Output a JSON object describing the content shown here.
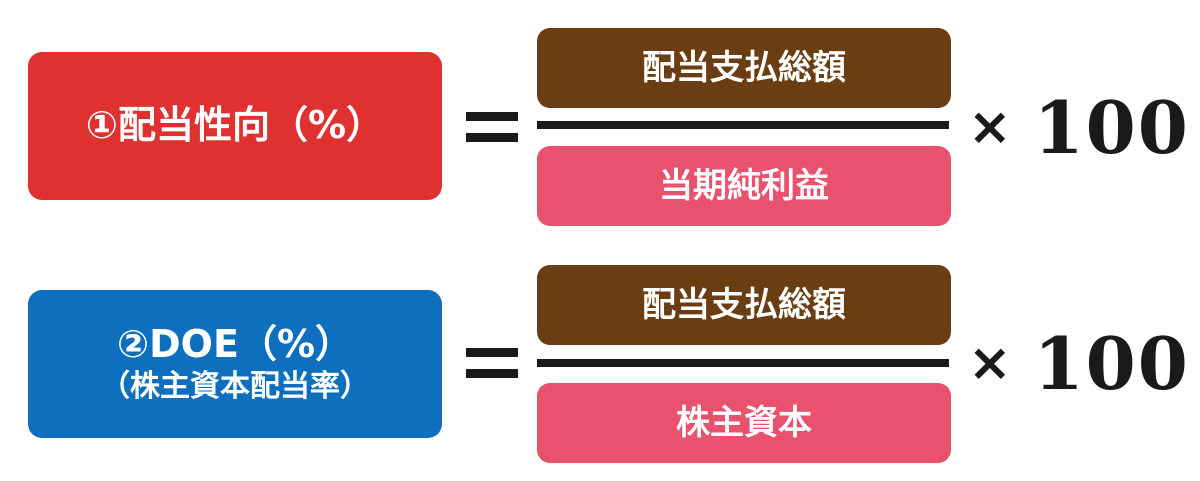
{
  "formulas": [
    {
      "label": {
        "main": "①配当性向（%）",
        "sub": "",
        "color": "#e03131"
      },
      "numerator": {
        "text": "配当支払総額",
        "color": "#6b3d12"
      },
      "denominator": {
        "text": "当期純利益",
        "color": "#e8526f"
      },
      "equals_symbol": "=",
      "times_symbol": "×",
      "multiplier": "100"
    },
    {
      "label": {
        "main": "②DOE（%）",
        "sub": "（株主資本配当率）",
        "color": "#0d6fbd"
      },
      "numerator": {
        "text": "配当支払総額",
        "color": "#6b3d12"
      },
      "denominator": {
        "text": "株主資本",
        "color": "#e8526f"
      },
      "equals_symbol": "=",
      "times_symbol": "×",
      "multiplier": "100"
    }
  ],
  "line_color": "#1a1a1a"
}
